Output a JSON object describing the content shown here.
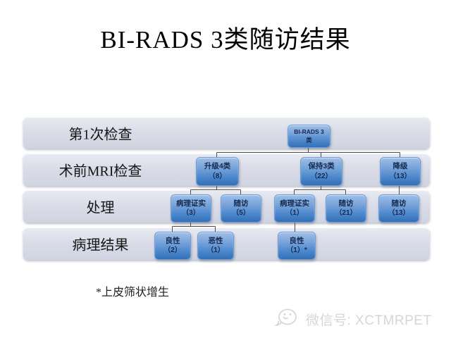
{
  "slide": {
    "title": "BI-RADS 3类随访结果",
    "footnote": "*上皮筛状增生"
  },
  "lanes": [
    {
      "label": "第1次检查"
    },
    {
      "label": "术前MRI检查"
    },
    {
      "label": "处理"
    },
    {
      "label": "病理结果"
    }
  ],
  "nodes": {
    "root": {
      "line1": "BI-RADS 3",
      "line2": "类"
    },
    "upgrade4": {
      "line1": "升级4类",
      "line2": "（8）"
    },
    "keep3": {
      "line1": "保持3类",
      "line2": "（22）"
    },
    "downgrade": {
      "line1": "降级",
      "line2": "（13）"
    },
    "pathproofA": {
      "line1": "病理证实",
      "line2": "（3）"
    },
    "followup5": {
      "line1": "随访",
      "line2": "（5）"
    },
    "pathproofB": {
      "line1": "病理证实",
      "line2": "（1）"
    },
    "followup21": {
      "line1": "随访",
      "line2": "（21）"
    },
    "followup13": {
      "line1": "随访",
      "line2": "（13）"
    },
    "benign2": {
      "line1": "良性",
      "line2": "（2）"
    },
    "malignant1": {
      "line1": "恶性",
      "line2": "（1）"
    },
    "benign1": {
      "line1": "良性",
      "line2": "（1）*"
    }
  },
  "watermark": {
    "text": "微信号: XCTMRPET",
    "icon": "wechat-smiley-icon"
  },
  "colors": {
    "node_gradient_top": "#9dbee7",
    "node_gradient_bottom": "#3470b6",
    "node_text": "#15294e",
    "lane_fill": "#dadde8",
    "connector_line": "#4d4d4d",
    "watermark_gray": "#d6d6d6",
    "title_text": "#000000"
  }
}
